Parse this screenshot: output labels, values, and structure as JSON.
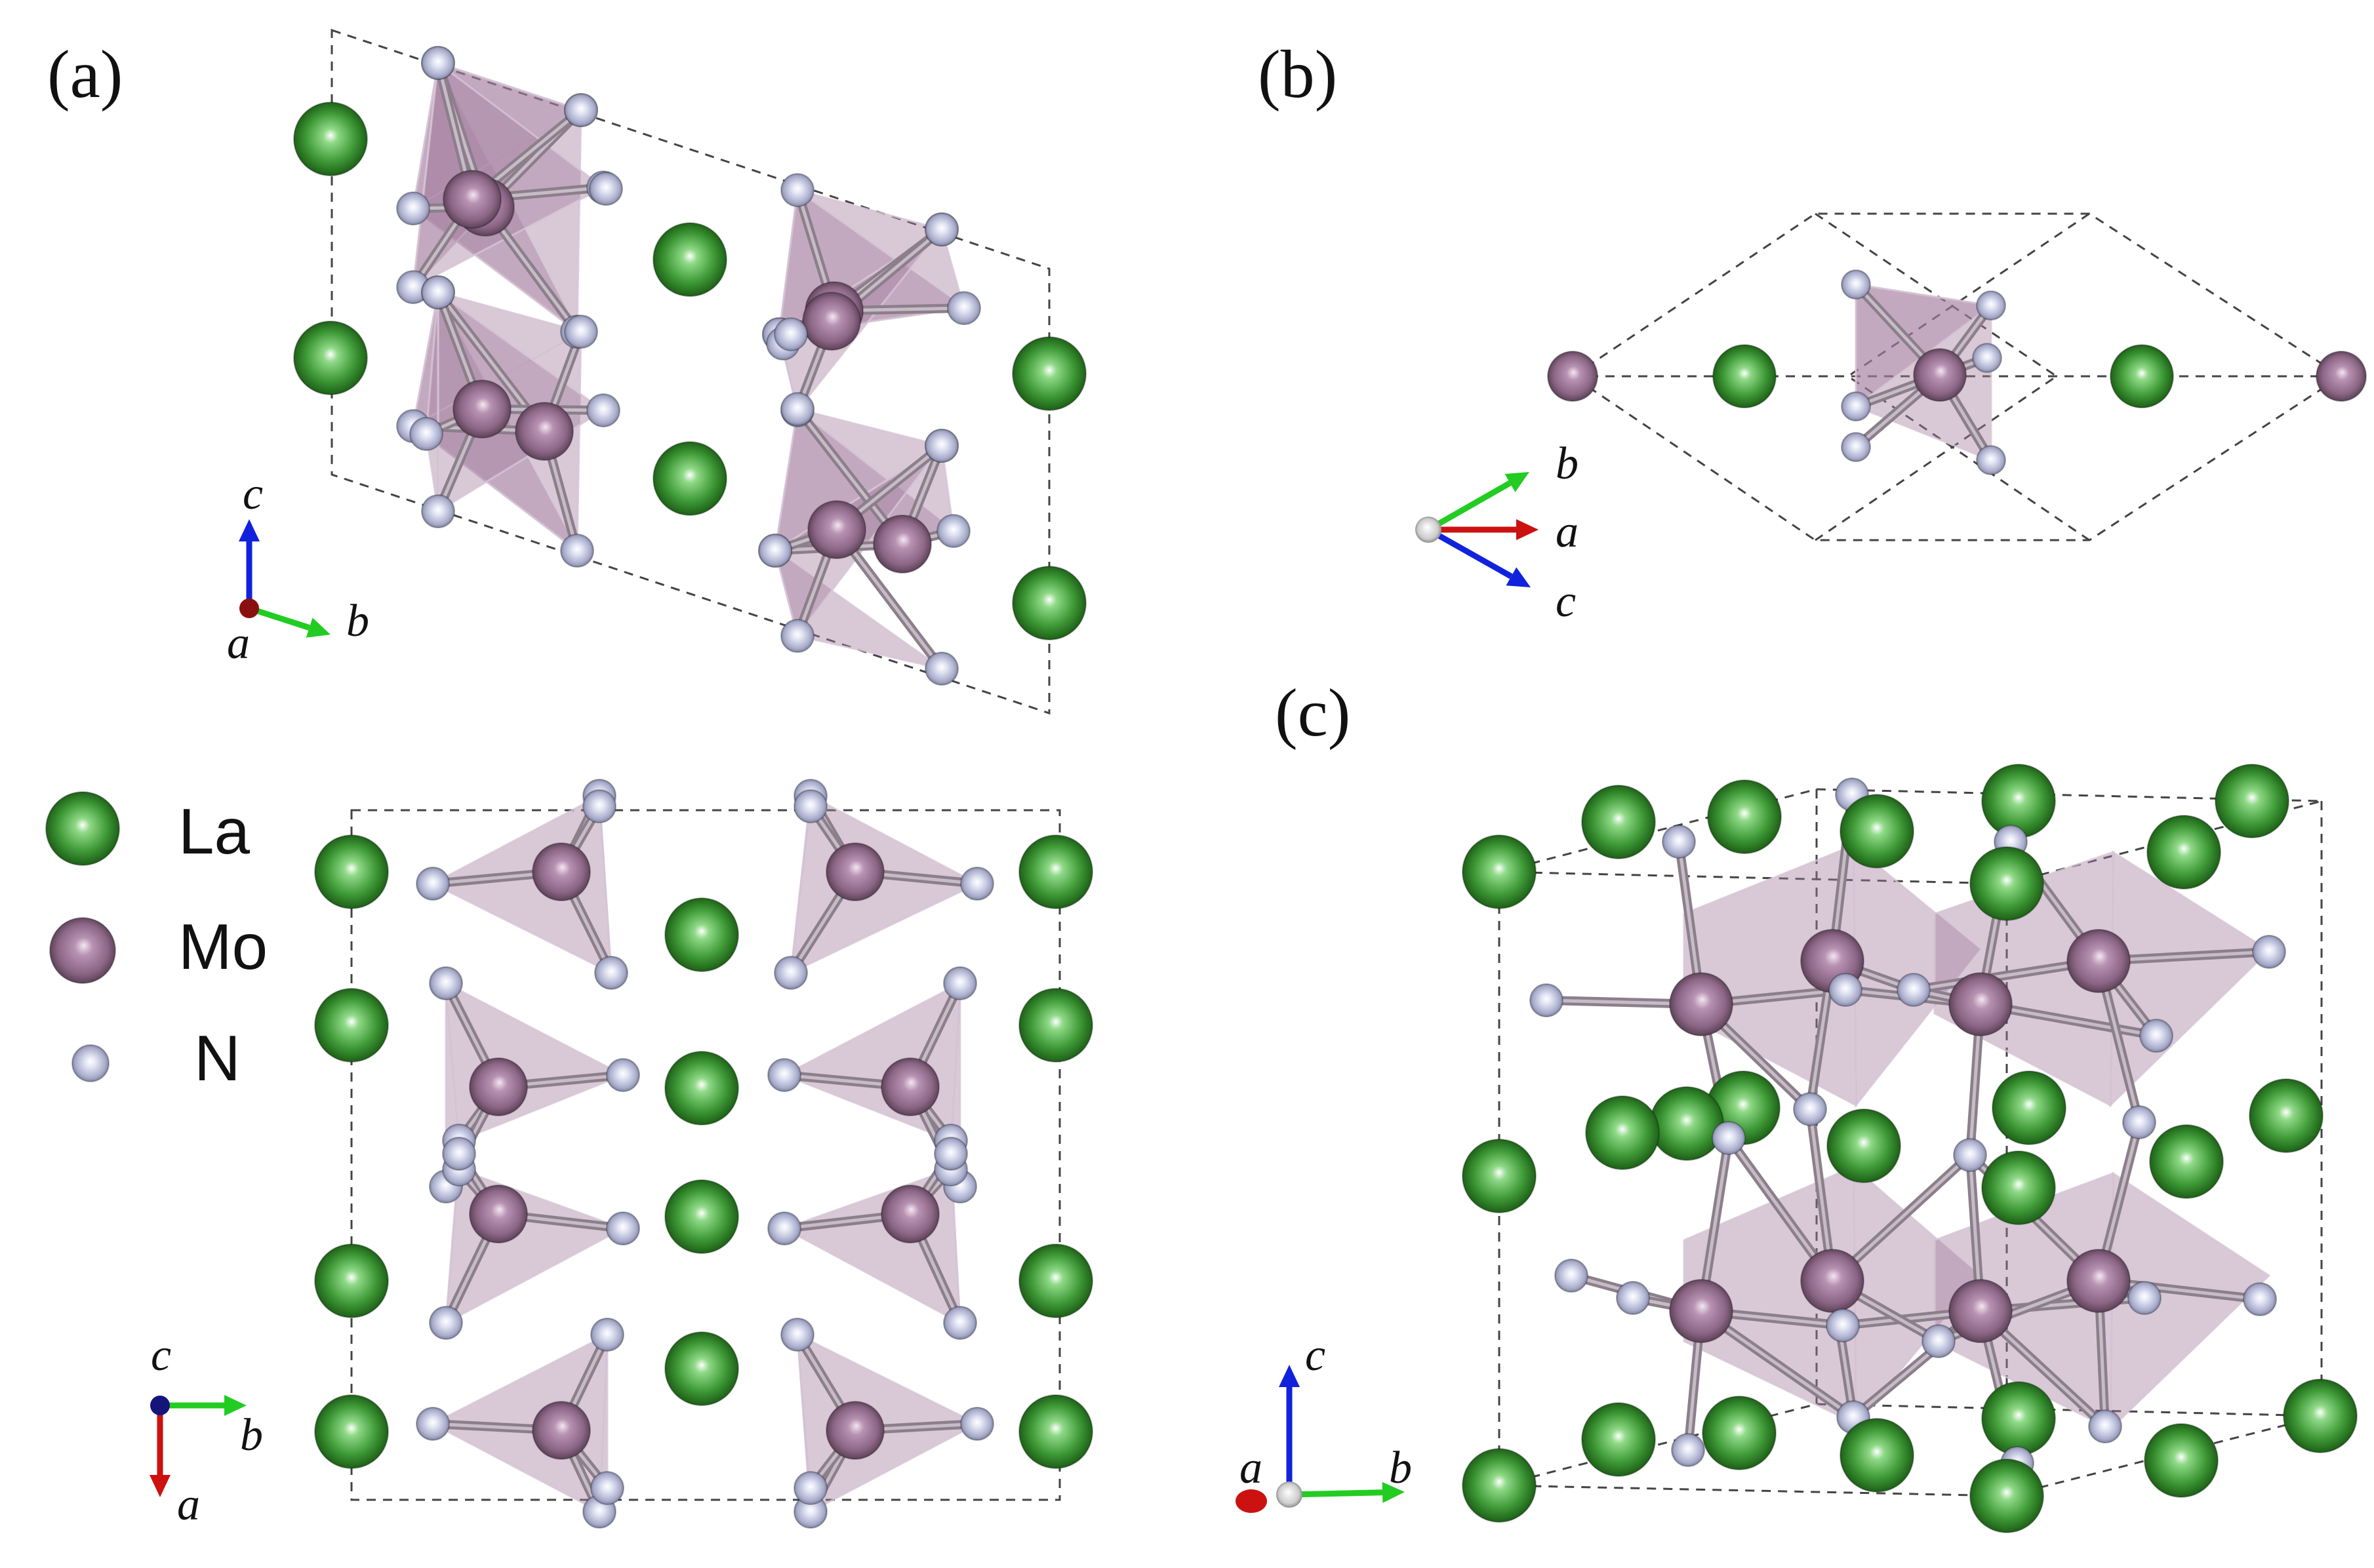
{
  "panels": [
    {
      "label": "(a)"
    },
    {
      "label": "(b)"
    },
    {
      "label": "(c)"
    }
  ],
  "legend": [
    {
      "element": "La",
      "color": "#3f9a37"
    },
    {
      "element": "Mo",
      "color": "#9a7393"
    },
    {
      "element": "N",
      "color": "#b9bdd6"
    }
  ],
  "axis_colors": {
    "a": "#cc1111",
    "b": "#22cc22",
    "c": "#1122dd"
  },
  "axes": {
    "a_top": {
      "labels": [
        "c",
        "b",
        "a"
      ]
    },
    "a_bottom": {
      "labels": [
        "c",
        "b",
        "a"
      ]
    },
    "b": {
      "labels": [
        "b",
        "a",
        "c"
      ]
    },
    "c": {
      "labels": [
        "c",
        "a",
        "b"
      ]
    }
  }
}
